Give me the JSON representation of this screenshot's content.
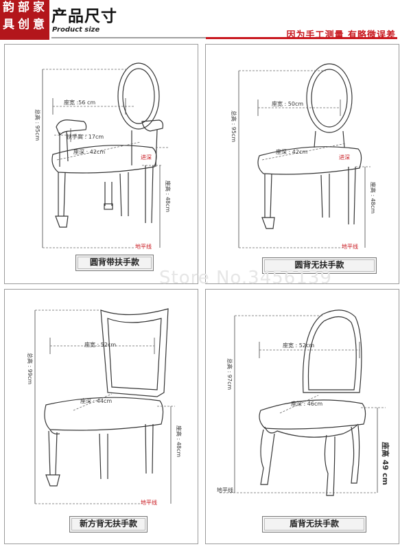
{
  "header": {
    "seal_chars": [
      "韵",
      "部",
      "家",
      "具",
      "创",
      "意"
    ],
    "title_cn": "产品尺寸",
    "title_en": "Product size",
    "notice": "因为手工测量 有略微误差"
  },
  "watermark": "Store No.3456139",
  "panels": [
    {
      "caption": "圆背带扶手款",
      "seat_width": "座宽 :56 cm",
      "armrest_height": "扶手高 : 17cm",
      "seat_depth": "座深 : 42cm",
      "depth_tag": "进深",
      "total_height": "总高 : 95cm",
      "seat_height": "座高 : 48cm",
      "ground_line": "地平线"
    },
    {
      "caption": "圆背无扶手款",
      "seat_width": "座宽 : 50cm",
      "seat_depth": "座深 : 42cm",
      "depth_tag": "进深",
      "total_height": "总高 : 95cm",
      "seat_height": "座高 : 48cm",
      "ground_line": "地平线"
    },
    {
      "caption": "新方背无扶手款",
      "seat_width": "座宽 : 52cm",
      "seat_depth": "座深 : 44cm",
      "total_height": "总高 : 99cm",
      "seat_height": "座高 : 48cm",
      "ground_line": "地平线"
    },
    {
      "caption": "盾背无扶手款",
      "seat_width": "座宽 : 52cm",
      "seat_depth": "座深 : 46cm",
      "total_height": "总高 : 97cm",
      "seat_height": "座高 49 cm",
      "ground_line": "地平线"
    }
  ]
}
